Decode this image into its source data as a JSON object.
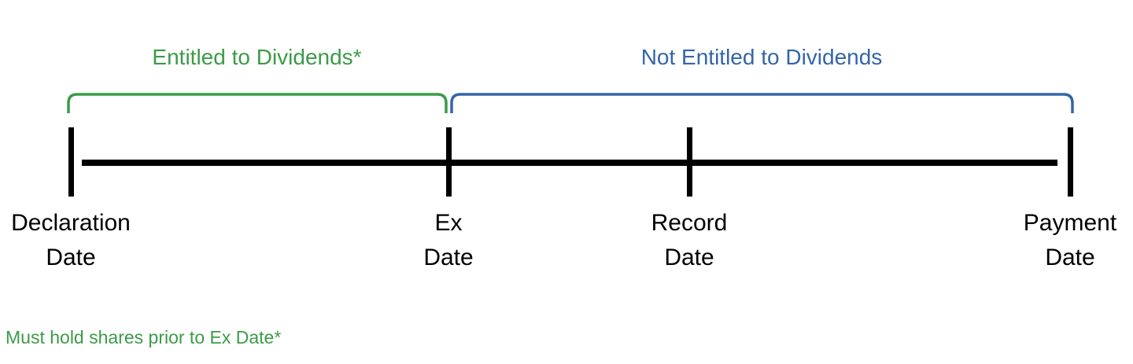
{
  "diagram": {
    "entitled_label": "Entitled to Dividends*",
    "not_entitled_label": "Not Entitled to Dividends",
    "footnote": "Must hold shares prior to Ex Date*",
    "milestones": [
      {
        "id": "declaration-date",
        "line1": "Declaration",
        "line2": "Date"
      },
      {
        "id": "ex-date",
        "line1": "Ex",
        "line2": "Date"
      },
      {
        "id": "record-date",
        "line1": "Record",
        "line2": "Date"
      },
      {
        "id": "payment-date",
        "line1": "Payment",
        "line2": "Date"
      }
    ],
    "colors": {
      "entitled_green": "#3b9b48",
      "not_entitled_blue": "#3465a8",
      "timeline_black": "#000000"
    }
  }
}
